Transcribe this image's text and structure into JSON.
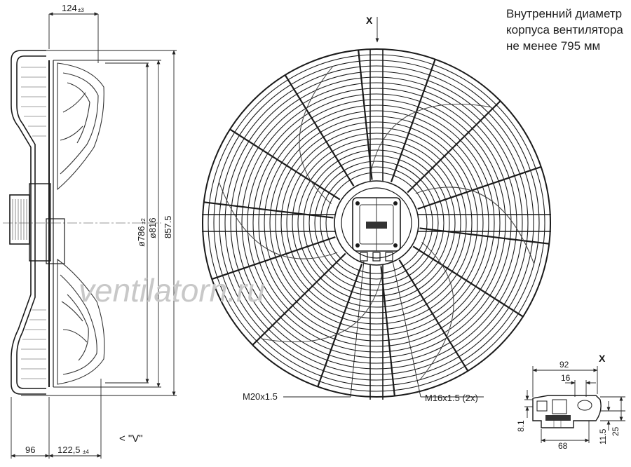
{
  "note": {
    "line1": "Внутренний диаметр",
    "line2": "корпуса вентилятора",
    "line3": "не менее 795 мм"
  },
  "side_view": {
    "dim_top": "124",
    "dim_top_tol": "±3",
    "dim_inner_diameter": "ø786",
    "dim_inner_diameter_tol": "±2",
    "dim_ring_diameter": "ø816",
    "dim_overall": "857.5",
    "dim_bottom_left": "96",
    "dim_bottom_right": "122,5",
    "dim_bottom_right_tol": "±4",
    "view_label": "< \"V\""
  },
  "front_view": {
    "view_marker": "X",
    "label_left": "M20x1.5",
    "label_right": "M16x1.5 (2x)"
  },
  "detail": {
    "marker": "X",
    "dim_92": "92",
    "dim_16": "16",
    "dim_8_1": "8.1",
    "dim_68": "68",
    "dim_11_5": "11.5",
    "dim_25": "25"
  },
  "watermark": "ventilatorn.ru"
}
